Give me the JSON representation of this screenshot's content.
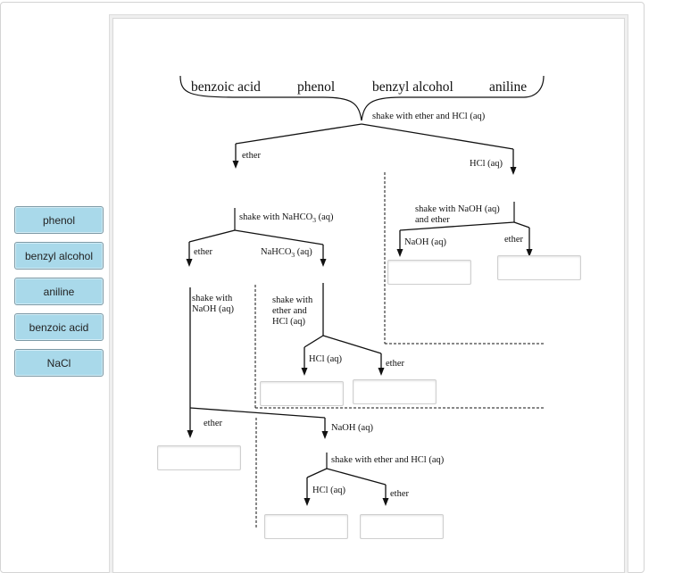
{
  "compounds": [
    "benzoic acid",
    "phenol",
    "benzyl alcohol",
    "aniline"
  ],
  "steps": {
    "step1": "shake with ether and HCl (aq)",
    "ether1": "ether",
    "hcl1": "HCl (aq)",
    "step2_pre": "shake with NaHCO",
    "step2_sub": "3",
    "step2_post": " (aq)",
    "ether2": "ether",
    "nahco3_pre": "NaHCO",
    "nahco3_sub": "3",
    "nahco3_post": " (aq)",
    "step3_line1": "shake with NaOH (aq)",
    "step3_line2": "and ether",
    "naoh1": "NaOH (aq)",
    "ether3": "ether",
    "step4_line1": "shake with",
    "step4_line2": "NaOH (aq)",
    "step5_line1": "shake with",
    "step5_line2": "ether and",
    "step5_line3": "HCl (aq)",
    "hcl2": "HCl (aq)",
    "ether4": "ether",
    "ether5": "ether",
    "naoh2": "NaOH (aq)",
    "step6": "shake with ether and HCl (aq)",
    "hcl3": "HCl (aq)",
    "ether6": "ether"
  },
  "tiles": [
    "phenol",
    "benzyl alcohol",
    "aniline",
    "benzoic acid",
    "NaCl"
  ]
}
